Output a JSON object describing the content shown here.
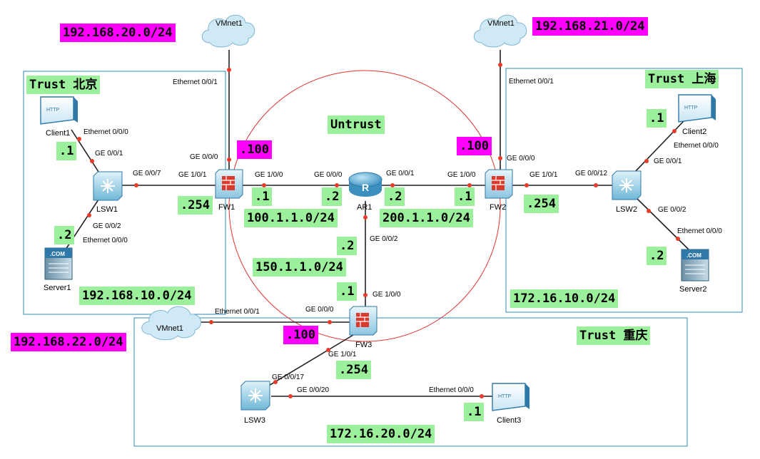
{
  "colors": {
    "link": "#222222",
    "zone_border": "#2e8bb3",
    "untrust_circle": "#e03030",
    "port_dot": "#e83b2a",
    "label_green": "#9cf09c",
    "label_magenta": "#ff00ff"
  },
  "zones": {
    "beijing": "Trust 北京",
    "shanghai": "Trust 上海",
    "chongqing": "Trust 重庆",
    "untrust": "Untrust"
  },
  "devices": {
    "vmnet_left": "VMnet1",
    "vmnet_right": "VMnet1",
    "vmnet_bottom": "VMnet1",
    "client1": "Client1",
    "client2": "Client2",
    "client3": "Client3",
    "server1": "Server1",
    "server2": "Server2",
    "lsw1": "LSW1",
    "lsw2": "LSW2",
    "lsw3": "LSW3",
    "fw1": "FW1",
    "fw2": "FW2",
    "fw3": "FW3",
    "ar1": "AR1"
  },
  "ports": {
    "fw1_eth001": "Ethernet 0/0/1",
    "fw1_ge000": "GE 0/0/0",
    "fw1_ge101": "GE 1/0/1",
    "fw1_ge100": "GE 1/0/0",
    "client1_eth": "Ethernet 0/0/0",
    "lsw1_ge001": "GE 0/0/1",
    "lsw1_ge007": "GE 0/0/7",
    "lsw1_ge002": "GE 0/0/2",
    "server1_eth": "Ethernet 0/0/0",
    "ar1_ge000": "GE 0/0/0",
    "ar1_ge001": "GE 0/0/1",
    "ar1_ge002": "GE 0/0/2",
    "fw2_ge100": "GE 1/0/0",
    "fw2_ge000": "GE 0/0/0",
    "fw2_eth001": "Ethernet 0/0/1",
    "fw2_ge101": "GE 1/0/1",
    "lsw2_ge0012": "GE 0/0/12",
    "lsw2_ge001": "GE 0/0/1",
    "lsw2_ge002": "GE 0/0/2",
    "client2_eth": "Ethernet 0/0/0",
    "server2_eth": "Ethernet 0/0/0",
    "fw3_ge100": "GE 1/0/0",
    "fw3_ge000": "GE 0/0/0",
    "fw3_eth001": "Ethernet 0/0/1",
    "fw3_ge101": "GE 1/0/1",
    "lsw3_ge0017": "GE 0/0/17",
    "lsw3_ge0020": "GE 0/0/20",
    "client3_eth": "Ethernet 0/0/0"
  },
  "addresses": {
    "net_vm20": "192.168.20.0/24",
    "net_vm21": "192.168.21.0/24",
    "net_vm22": "192.168.22.0/24",
    "fw1_up": ".100",
    "fw2_up": ".100",
    "fw3_up": ".100",
    "client1": ".1",
    "server1": ".2",
    "fw1_in": ".254",
    "net_bj": "192.168.10.0/24",
    "fw1_out": ".1",
    "ar1_left": ".2",
    "net_100": "100.1.1.0/24",
    "ar1_right": ".2",
    "fw2_out": ".1",
    "net_200": "200.1.1.0/24",
    "ar1_down": ".2",
    "net_150": "150.1.1.0/24",
    "fw3_out": ".1",
    "fw2_in": ".254",
    "client2": ".1",
    "server2": ".2",
    "net_sh": "172.16.10.0/24",
    "fw3_in": ".254",
    "client3": ".1",
    "net_cq": "172.16.20.0/24"
  }
}
